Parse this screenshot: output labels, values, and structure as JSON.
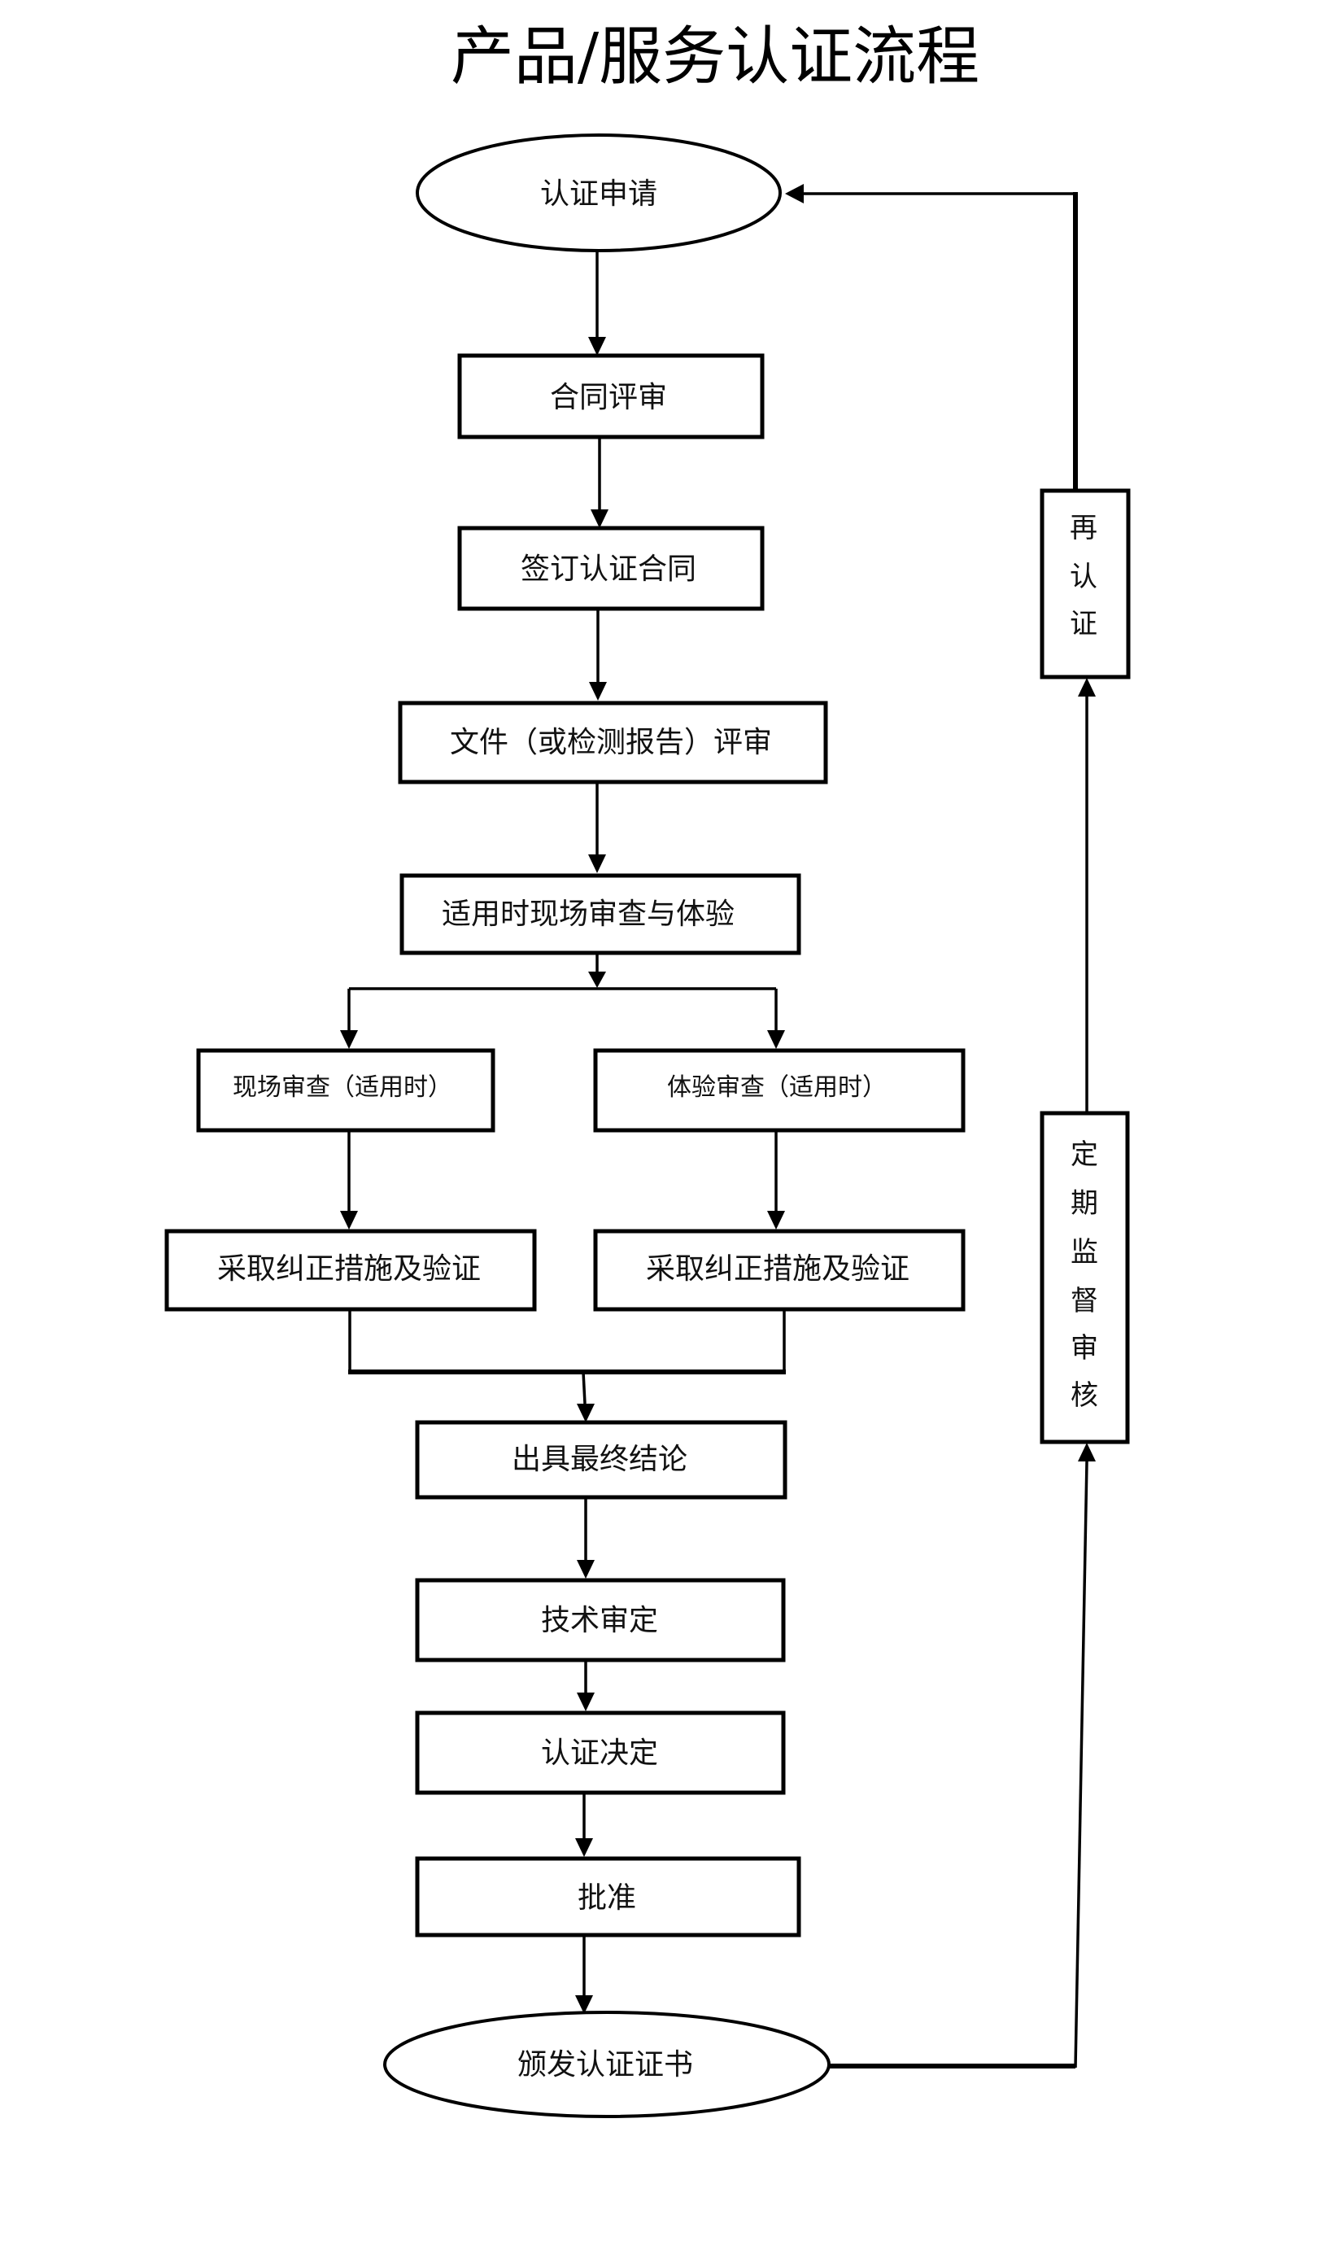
{
  "title": "产品/服务认证流程",
  "nodes": {
    "apply": "认证申请",
    "contract_review": "合同评审",
    "sign_contract": "签订认证合同",
    "doc_review": "文件（或检测报告）评审",
    "onsite_and_experience": "适用时现场审查与体验",
    "onsite_audit": "现场审查（适用时）",
    "experience_audit": "体验审查（适用时）",
    "corrective_left": "采取纠正措施及验证",
    "corrective_right": "采取纠正措施及验证",
    "final_conclusion": "出具最终结论",
    "technical_review": "技术审定",
    "cert_decision": "认证决定",
    "approval": "批准",
    "issue_cert": "颁发认证证书",
    "recert_chars": [
      "再",
      "认",
      "证"
    ],
    "surveillance_chars": [
      "定",
      "期",
      "监",
      "督",
      "审",
      "核"
    ]
  },
  "edges": [
    {
      "from": "认证申请",
      "to": "合同评审"
    },
    {
      "from": "合同评审",
      "to": "签订认证合同"
    },
    {
      "from": "签订认证合同",
      "to": "文件（或检测报告）评审"
    },
    {
      "from": "文件（或检测报告）评审",
      "to": "适用时现场审查与体验"
    },
    {
      "from": "适用时现场审查与体验",
      "to": "现场审查（适用时）"
    },
    {
      "from": "适用时现场审查与体验",
      "to": "体验审查（适用时）"
    },
    {
      "from": "现场审查（适用时）",
      "to": "采取纠正措施及验证"
    },
    {
      "from": "体验审查（适用时）",
      "to": "采取纠正措施及验证"
    },
    {
      "from": "采取纠正措施及验证",
      "to": "出具最终结论"
    },
    {
      "from": "出具最终结论",
      "to": "技术审定"
    },
    {
      "from": "技术审定",
      "to": "认证决定"
    },
    {
      "from": "认证决定",
      "to": "批准"
    },
    {
      "from": "批准",
      "to": "颁发认证证书"
    },
    {
      "from": "颁发认证证书",
      "to": "定期监督审核"
    },
    {
      "from": "定期监督审核",
      "to": "再认证"
    },
    {
      "from": "再认证",
      "to": "认证申请"
    }
  ]
}
